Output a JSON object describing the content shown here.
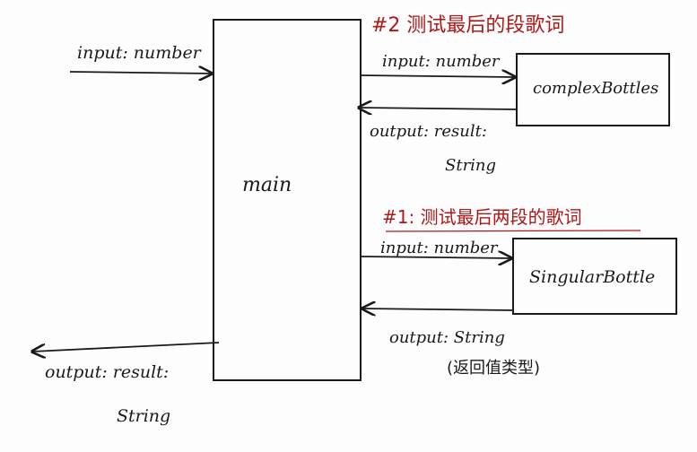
{
  "colors": {
    "ink": "#1a1a1a",
    "annotation": "#b01818"
  },
  "main": {
    "input_label": "input: number",
    "output_label_line1": "output: result:",
    "output_label_line2": "String",
    "box_label": "main"
  },
  "complex_bottles": {
    "annotation": "#2 测试最后的段歌词",
    "input_label": "input: number",
    "output_label_line1": "output: result:",
    "output_label_line2": "String",
    "box_label": "complexBottles"
  },
  "singular_bottle": {
    "annotation": "#1: 测试最后两段的歌词",
    "input_label": "input: number",
    "output_label": "output: String",
    "return_note": "(返回值类型)",
    "box_label": "SingularBottle"
  }
}
